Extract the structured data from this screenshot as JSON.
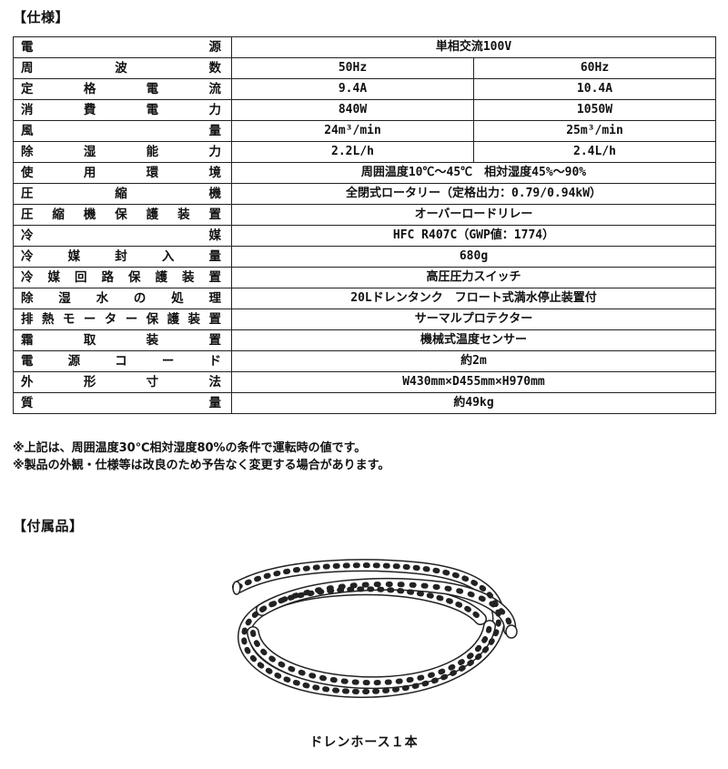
{
  "spec_section": {
    "title": "【仕様】",
    "rows": [
      {
        "label": "電源",
        "values": [
          "単相交流100V"
        ]
      },
      {
        "label": "周波数",
        "values": [
          "50Hz",
          "60Hz"
        ]
      },
      {
        "label": "定格電流",
        "values": [
          "9.4A",
          "10.4A"
        ]
      },
      {
        "label": "消費電力",
        "values": [
          "840W",
          "1050W"
        ]
      },
      {
        "label": "風量",
        "values": [
          "24m³/min",
          "25m³/min"
        ]
      },
      {
        "label": "除湿能力",
        "values": [
          "2.2L/h",
          "2.4L/h"
        ]
      },
      {
        "label": "使用環境",
        "values": [
          "周囲温度10℃～45℃　相対湿度45%～90%"
        ]
      },
      {
        "label": "圧縮機",
        "values": [
          "全閉式ロータリー（定格出力：0.79/0.94kW）"
        ]
      },
      {
        "label": "圧縮機保護装置",
        "values": [
          "オーバーロードリレー"
        ]
      },
      {
        "label": "冷媒",
        "values": [
          "HFC R407C（GWP値：1774）"
        ]
      },
      {
        "label": "冷媒封入量",
        "values": [
          "680g"
        ]
      },
      {
        "label": "冷媒回路保護装置",
        "values": [
          "高圧圧力スイッチ"
        ]
      },
      {
        "label": "除湿水の処理",
        "values": [
          "20Lドレンタンク　フロート式満水停止装置付"
        ]
      },
      {
        "label": "排熱モーター保護装置",
        "values": [
          "サーマルプロテクター"
        ]
      },
      {
        "label": "霜取装置",
        "values": [
          "機械式温度センサー"
        ]
      },
      {
        "label": "電源コード",
        "values": [
          "約2m"
        ]
      },
      {
        "label": "外形寸法",
        "values": [
          "W430mm×D455mm×H970mm"
        ]
      },
      {
        "label": "質量",
        "values": [
          "約49kg"
        ]
      }
    ],
    "notes": [
      "※上記は、周囲温度30℃相対湿度80%の条件で運転時の値です。",
      "※製品の外観・仕様等は改良のため予告なく変更する場合があります。"
    ]
  },
  "accessory_section": {
    "title": "【付属品】",
    "caption": "ドレンホース１本",
    "image_icon": "coiled-hose-icon"
  }
}
